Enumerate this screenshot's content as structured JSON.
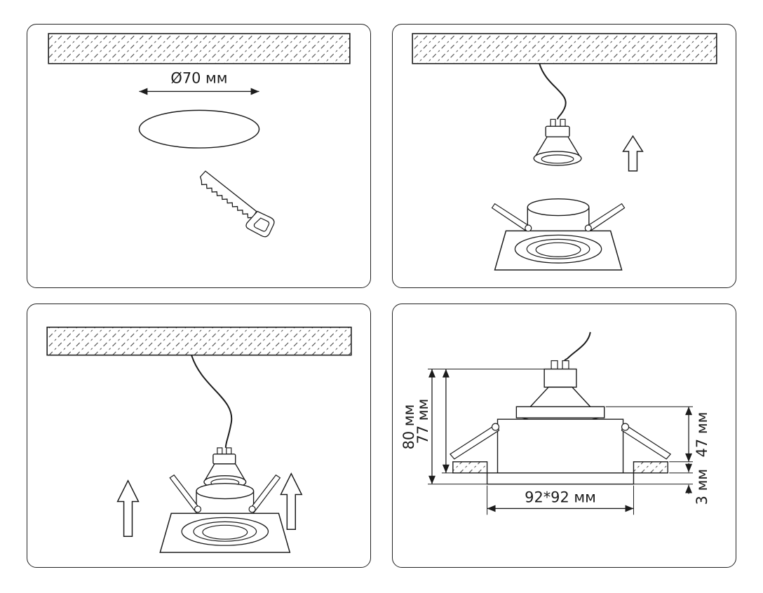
{
  "page": {
    "background": "#ffffff",
    "line_color": "#1c1c1c",
    "description": "Recessed square downlight installation instructions, 4 steps"
  },
  "panels": {
    "step1": {
      "diameter": "Ø70 мм"
    },
    "step2": {},
    "step3": {},
    "step4": {
      "height_total": "80 мм",
      "height_body": "77 мм",
      "height_recess": "47 мм",
      "trim_thickness": "3 мм",
      "cutout": "92*92 мм"
    }
  }
}
